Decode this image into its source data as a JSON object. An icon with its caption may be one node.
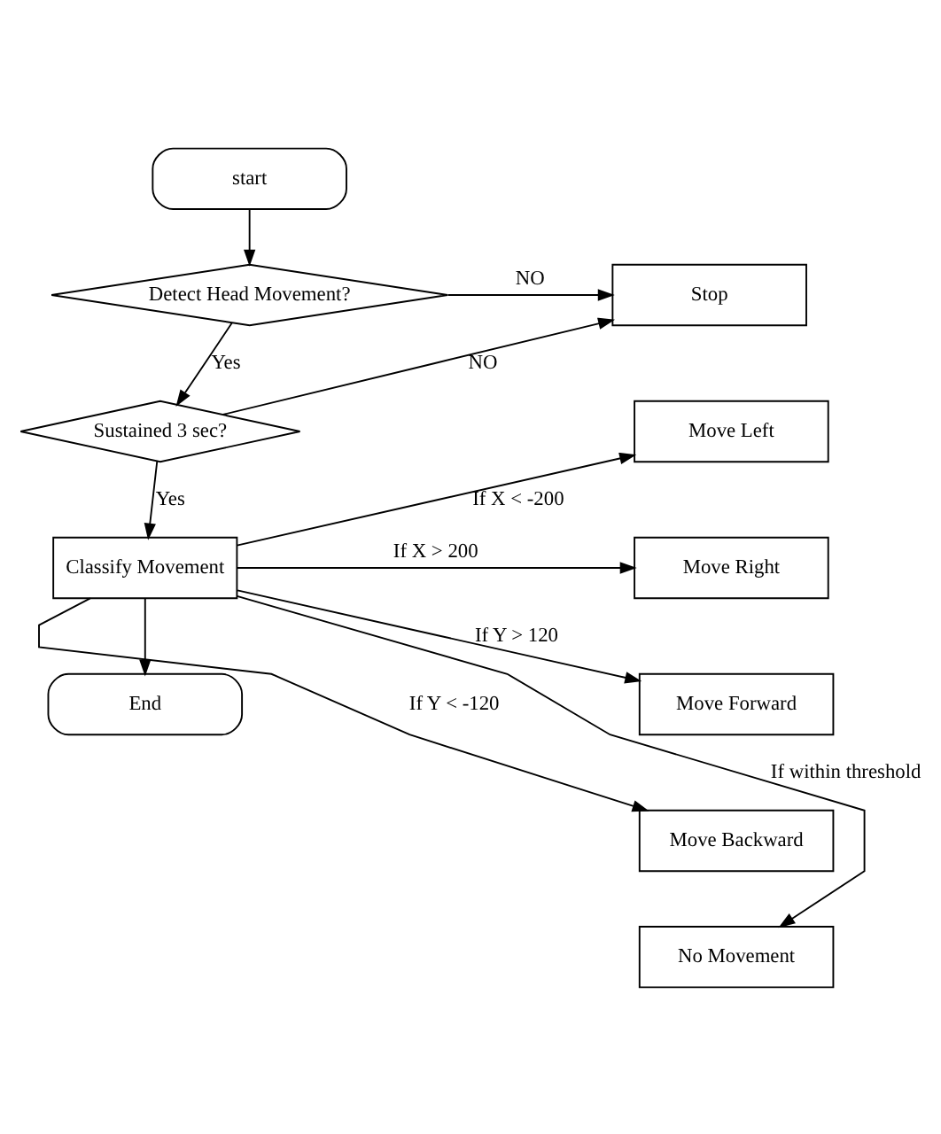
{
  "diagram": {
    "nodes": [
      {
        "text": [
          "start"
        ]
      },
      {
        "text": [
          "Detect Head Movement?"
        ]
      },
      {
        "text": [
          "Stop"
        ]
      },
      {
        "text": [
          "Sustained 3 sec?"
        ]
      },
      {
        "text": [
          "Classify Movement"
        ]
      },
      {
        "text": [
          "Move Left"
        ]
      },
      {
        "text": [
          "Move Right"
        ]
      },
      {
        "text": [
          "Move Forward"
        ]
      },
      {
        "text": [
          "Move Backward"
        ]
      },
      {
        "text": [
          "No Movement"
        ]
      },
      {
        "text": [
          "End"
        ]
      }
    ],
    "edges": [
      {
        "from": 0,
        "to": 1,
        "arrow": "to"
      },
      {
        "from": 1,
        "to": 2,
        "label": "NO",
        "arrow": "to"
      },
      {
        "from": 1,
        "to": 3,
        "label": "Yes",
        "arrow": "to"
      },
      {
        "from": 3,
        "to": 2,
        "label": "NO",
        "arrow": "to"
      },
      {
        "from": 3,
        "to": 4,
        "label": "Yes",
        "arrow": "to"
      },
      {
        "from": 4,
        "to": 5,
        "label": "If X < -200",
        "arrow": "to"
      },
      {
        "from": 4,
        "to": 6,
        "label": "If X > 200",
        "arrow": "to"
      },
      {
        "from": 4,
        "to": 7,
        "label": "If Y > 120",
        "arrow": "to"
      },
      {
        "from": 4,
        "to": 8,
        "label": "If Y < -120",
        "arrow": "to"
      },
      {
        "from": 4,
        "to": 9,
        "label": "If within threshold",
        "arrow": "to"
      },
      {
        "from": 4,
        "to": 10,
        "arrow": "to"
      }
    ]
  }
}
